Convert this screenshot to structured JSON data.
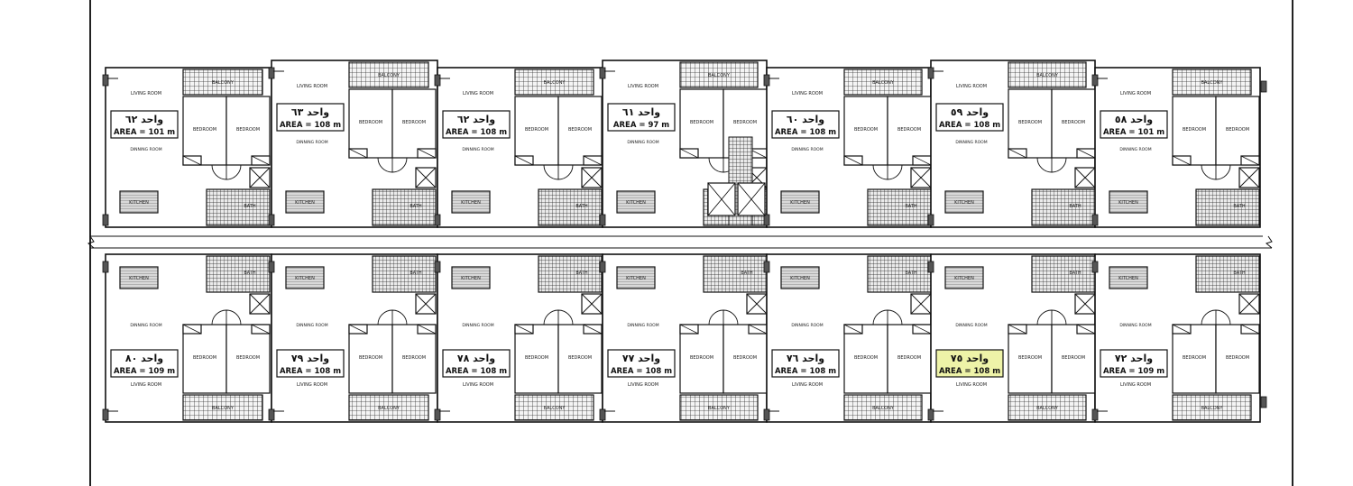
{
  "plan": {
    "room_labels": {
      "living": "LIVING ROOM",
      "dining": "DINNING ROOM",
      "bedroom": "BEDROOM",
      "kitchen": "KITCHEN",
      "bath": "BATH",
      "balcony": "BALCONY"
    },
    "highlight_color": "#eef3a8",
    "top_row": [
      {
        "name": "واحد ٦٢",
        "area": "AREA = 101 m"
      },
      {
        "name": "واحد ٦٣",
        "area": "AREA = 108 m"
      },
      {
        "name": "واحد ٦٢",
        "area": "AREA = 108 m"
      },
      {
        "name": "واحد ٦١",
        "area": "AREA = 97 m"
      },
      {
        "name": "واحد ٦٠",
        "area": "AREA = 108 m"
      },
      {
        "name": "واحد ٥٩",
        "area": "AREA = 108 m"
      },
      {
        "name": "واحد ٥٨",
        "area": "AREA = 101 m"
      }
    ],
    "bottom_row": [
      {
        "name": "واحد ٨٠",
        "area": "AREA = 109 m"
      },
      {
        "name": "واحد ٧٩",
        "area": "AREA = 108 m"
      },
      {
        "name": "واحد ٧٨",
        "area": "AREA = 108 m"
      },
      {
        "name": "واحد ٧٧",
        "area": "AREA = 108 m"
      },
      {
        "name": "واحد ٧٦",
        "area": "AREA = 108 m"
      },
      {
        "name": "واحد ٧٥",
        "area": "AREA = 108 m",
        "highlight": true
      },
      {
        "name": "واحد ٧٢",
        "area": "AREA = 109 m"
      }
    ]
  }
}
